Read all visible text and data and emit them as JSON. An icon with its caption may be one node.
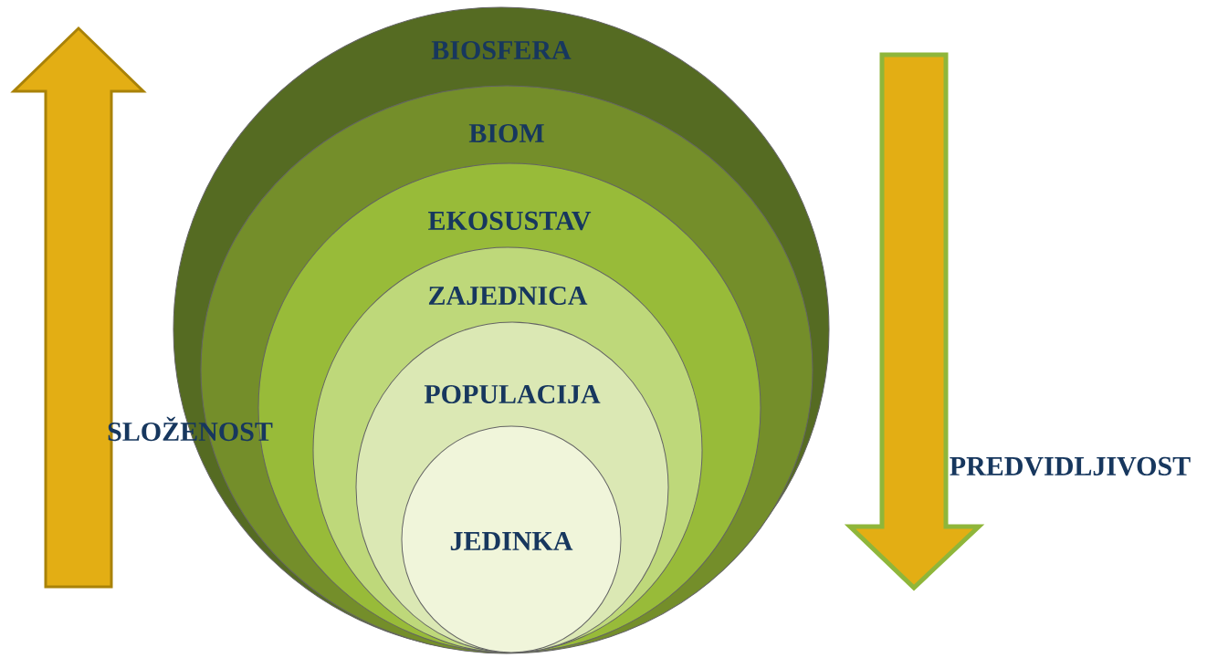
{
  "diagram": {
    "nodes": [
      {
        "text": [
          "BIOSFERA"
        ]
      },
      {
        "text": [
          "BIOM"
        ],
        "in": 0
      },
      {
        "text": [
          "EKOSUSTAV"
        ],
        "in": 1
      },
      {
        "text": [
          "ZAJEDNICA"
        ],
        "in": 2
      },
      {
        "text": [
          "POPULACIJA"
        ],
        "in": 3
      },
      {
        "text": [
          "JEDINKA"
        ],
        "in": 4
      }
    ],
    "labels": [
      "SLOŽENOST",
      "PREDVIDLJIVOST"
    ]
  }
}
